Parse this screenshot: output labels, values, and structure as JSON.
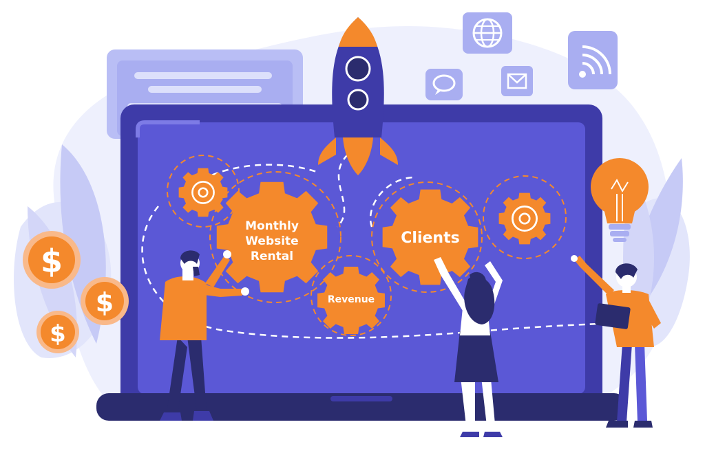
{
  "gears": {
    "monthly_line1": "Monthly",
    "monthly_line2": "Website",
    "monthly_line3": "Rental",
    "clients": "Clients",
    "revenue": "Revenue"
  },
  "coins": {
    "symbol": "$"
  },
  "colors": {
    "orange": "#F4892C",
    "indigo": "#3E3BA8",
    "screen": "#5B58D6",
    "lavender": "#C9CCF7",
    "pale": "#E9EBFC",
    "dark": "#2B2C6E"
  }
}
